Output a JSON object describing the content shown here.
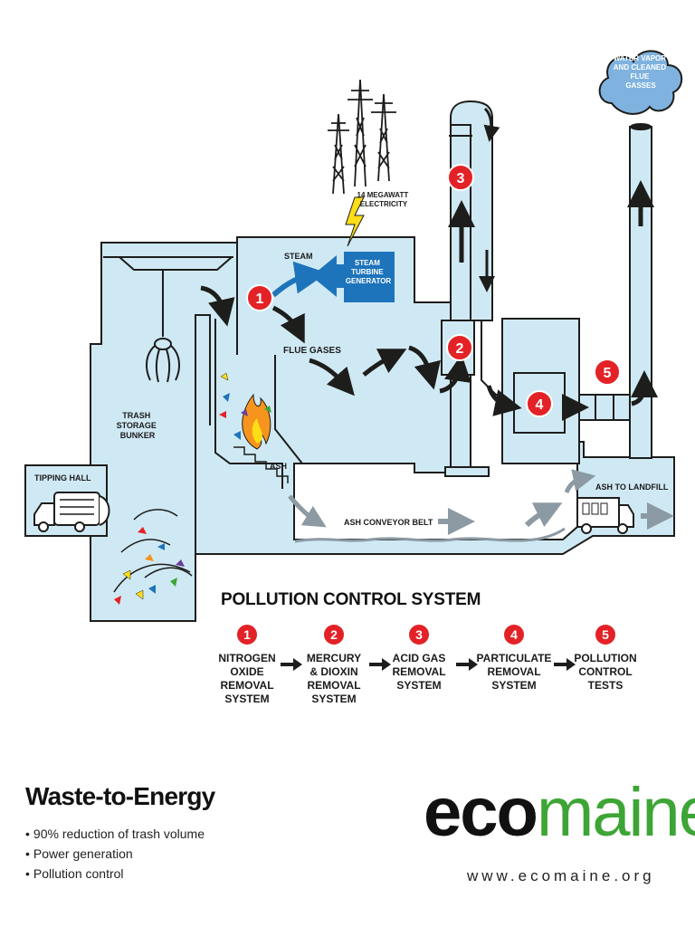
{
  "diagram": {
    "cloud_text": [
      "WATER VAPOR",
      "AND CLEANED",
      "FLUE",
      "GASSES"
    ],
    "electricity_text": [
      "14 MEGAWATT",
      "ELECTRICITY"
    ],
    "generator_text": [
      "STEAM",
      "TURBINE",
      "GENERATOR"
    ],
    "steam_label": "STEAM",
    "flue_gases_label": "FLUE GASES",
    "trash_bunker_text": [
      "TRASH",
      "STORAGE",
      "BUNKER"
    ],
    "tipping_hall_label": "TIPPING HALL",
    "ash_label": "ASH",
    "ash_conveyor_label": "ASH CONVEYOR BELT",
    "ash_to_landfill_label": "ASH TO LANDFILL",
    "markers": [
      "1",
      "2",
      "3",
      "4",
      "5"
    ],
    "colors": {
      "building_fill": "#cfe9f4",
      "outline": "#1d1d1b",
      "generator_blue": "#1e74bb",
      "cloud_blue": "#7fb2df",
      "marker_red": "#e32227",
      "flame_orange": "#f7941d",
      "flame_yellow": "#ffde17",
      "conveyor_grey": "#8c9aa3"
    }
  },
  "pollution_control": {
    "title": "POLLUTION CONTROL SYSTEM",
    "steps": [
      {
        "number": "1",
        "text": "NITROGEN\nOXIDE\nREMOVAL\nSYSTEM"
      },
      {
        "number": "2",
        "text": "MERCURY\n& DIOXIN\nREMOVAL\nSYSTEM"
      },
      {
        "number": "3",
        "text": "ACID GAS\nREMOVAL\nSYSTEM"
      },
      {
        "number": "4",
        "text": "PARTICULATE\nREMOVAL\nSYSTEM"
      },
      {
        "number": "5",
        "text": "POLLUTION\nCONTROL\nTESTS"
      }
    ]
  },
  "footer": {
    "title": "Waste-to-Energy",
    "bullets": [
      "90% reduction of trash volume",
      "Power generation",
      "Pollution control"
    ],
    "logo_eco": "eco",
    "logo_maine": "maine",
    "website": "www.ecomaine.org"
  }
}
